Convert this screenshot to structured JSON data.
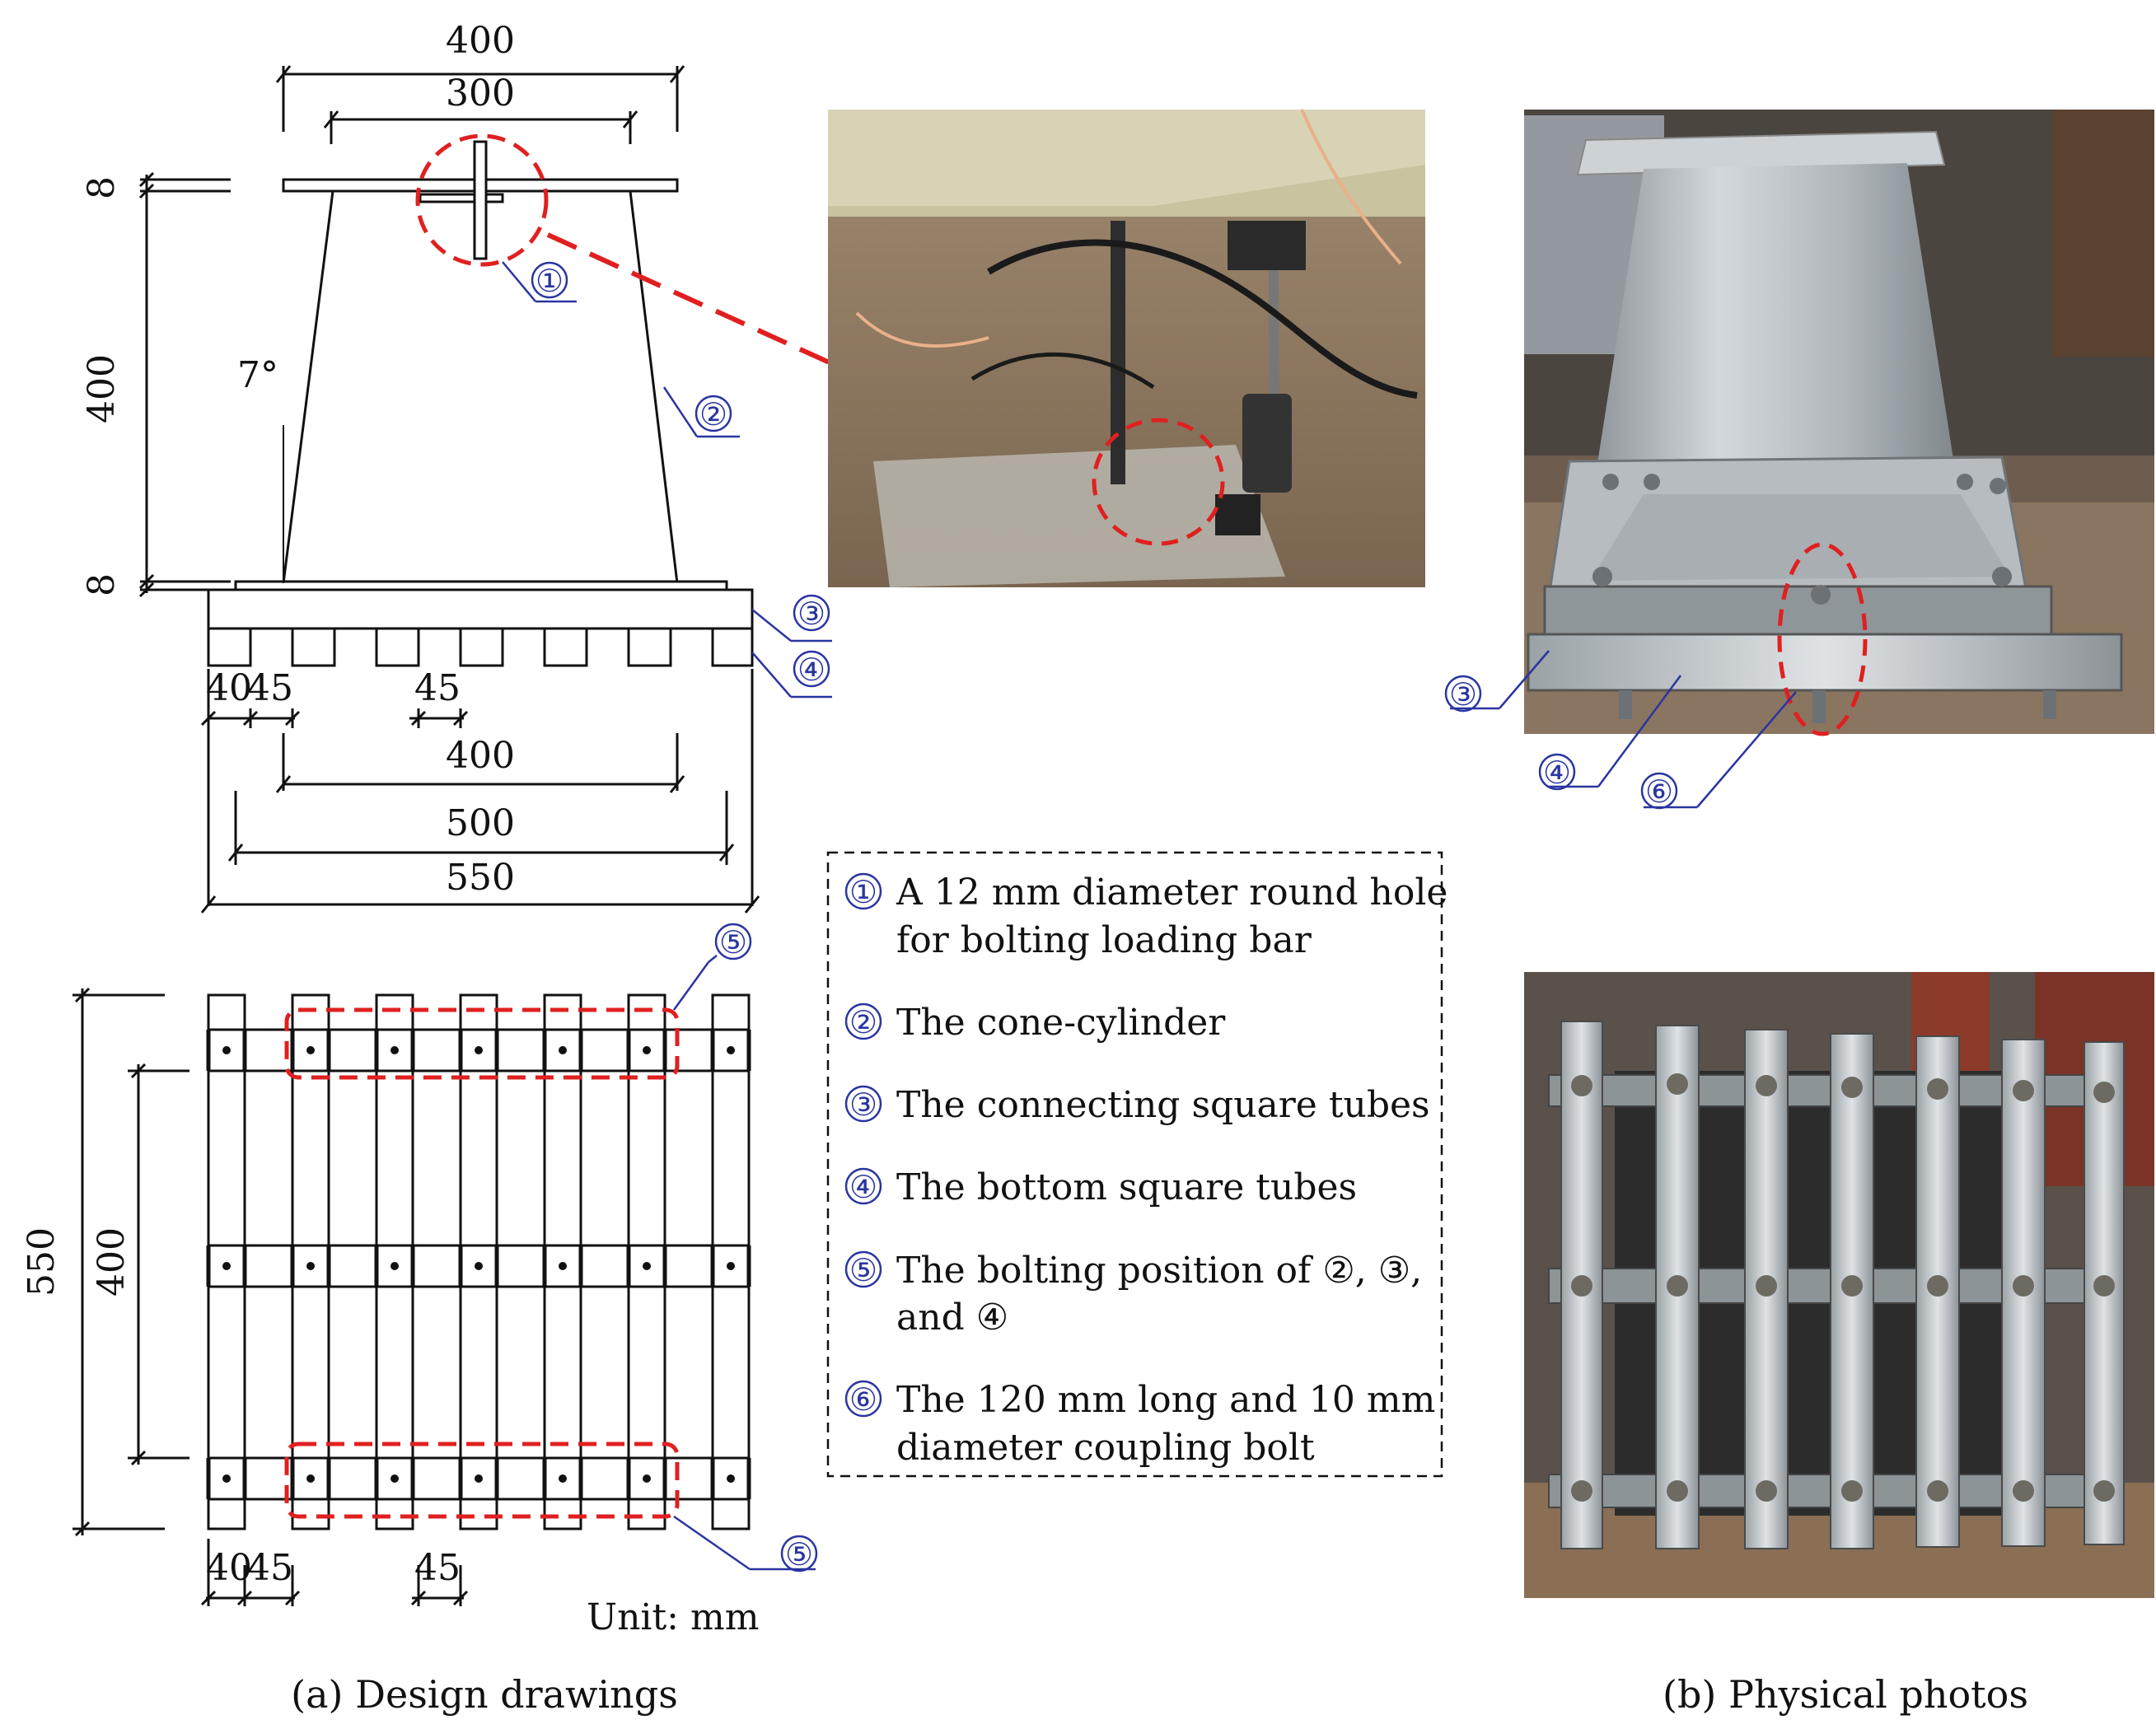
{
  "drawing": {
    "dims": {
      "top_width": "400",
      "cone_top_width": "300",
      "plate_top_thickness": "8",
      "cone_height": "400",
      "plate_bottom_thickness": "8",
      "angle": "7°",
      "tube_width": "40",
      "tube_gap": "45",
      "tube_gap_mid": "45",
      "bottom_span_400": "400",
      "bottom_span_500": "500",
      "bottom_span_550": "550",
      "plan_total": "550",
      "plan_inner": "400",
      "plan_tube_width": "40",
      "plan_tube_gap": "45",
      "plan_tube_gap_mid": "45",
      "unit": "Unit: mm"
    },
    "callouts": [
      "①",
      "②",
      "③",
      "④",
      "⑤",
      "⑤",
      "③",
      "④",
      "⑥"
    ]
  },
  "legend": {
    "items": [
      {
        "num": "①",
        "lines": [
          "A 12 mm diameter round hole",
          "for bolting loading bar"
        ]
      },
      {
        "num": "②",
        "lines": [
          "The cone-cylinder"
        ]
      },
      {
        "num": "③",
        "lines": [
          "The connecting square tubes"
        ]
      },
      {
        "num": "④",
        "lines": [
          "The bottom square tubes"
        ]
      },
      {
        "num": "⑤",
        "lines": [
          "The bolting position of ②, ③,",
          " and ④"
        ]
      },
      {
        "num": "⑥",
        "lines": [
          "The 120 mm long and 10 mm",
          "diameter coupling bolt"
        ]
      }
    ]
  },
  "captions": {
    "left": "(a) Design drawings",
    "right": "(b) Physical photos"
  },
  "colors": {
    "line": "#111111",
    "highlight": "#e02020",
    "callout": "#2a35a0"
  }
}
